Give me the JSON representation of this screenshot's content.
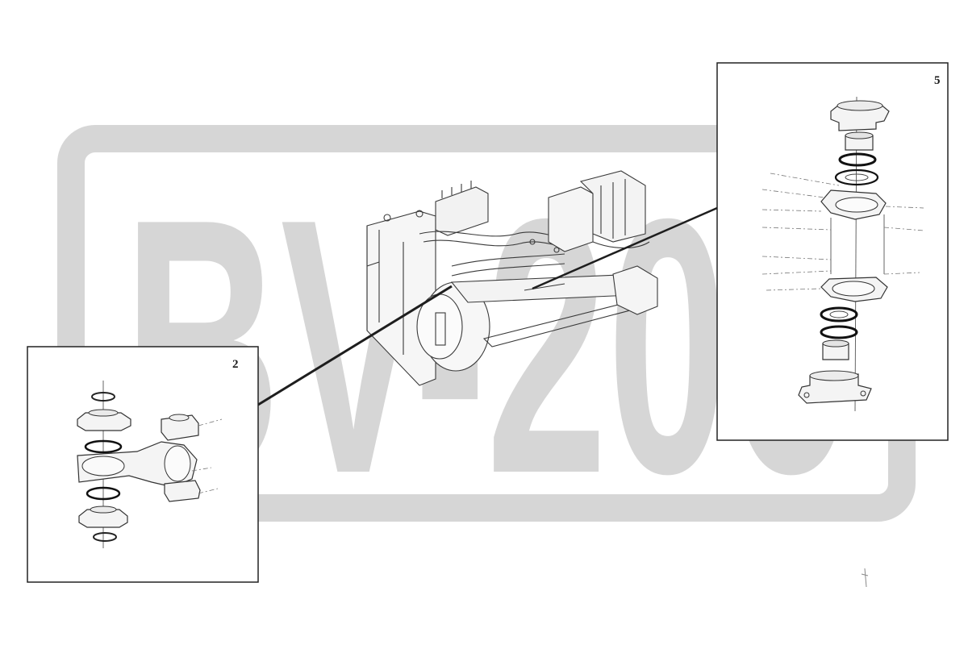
{
  "diagram": {
    "watermark": "BV-206",
    "watermark_color": "#cfcfcf",
    "callouts": [
      {
        "id": "detail-left",
        "label": "2"
      },
      {
        "id": "detail-right",
        "label": "5"
      }
    ]
  }
}
